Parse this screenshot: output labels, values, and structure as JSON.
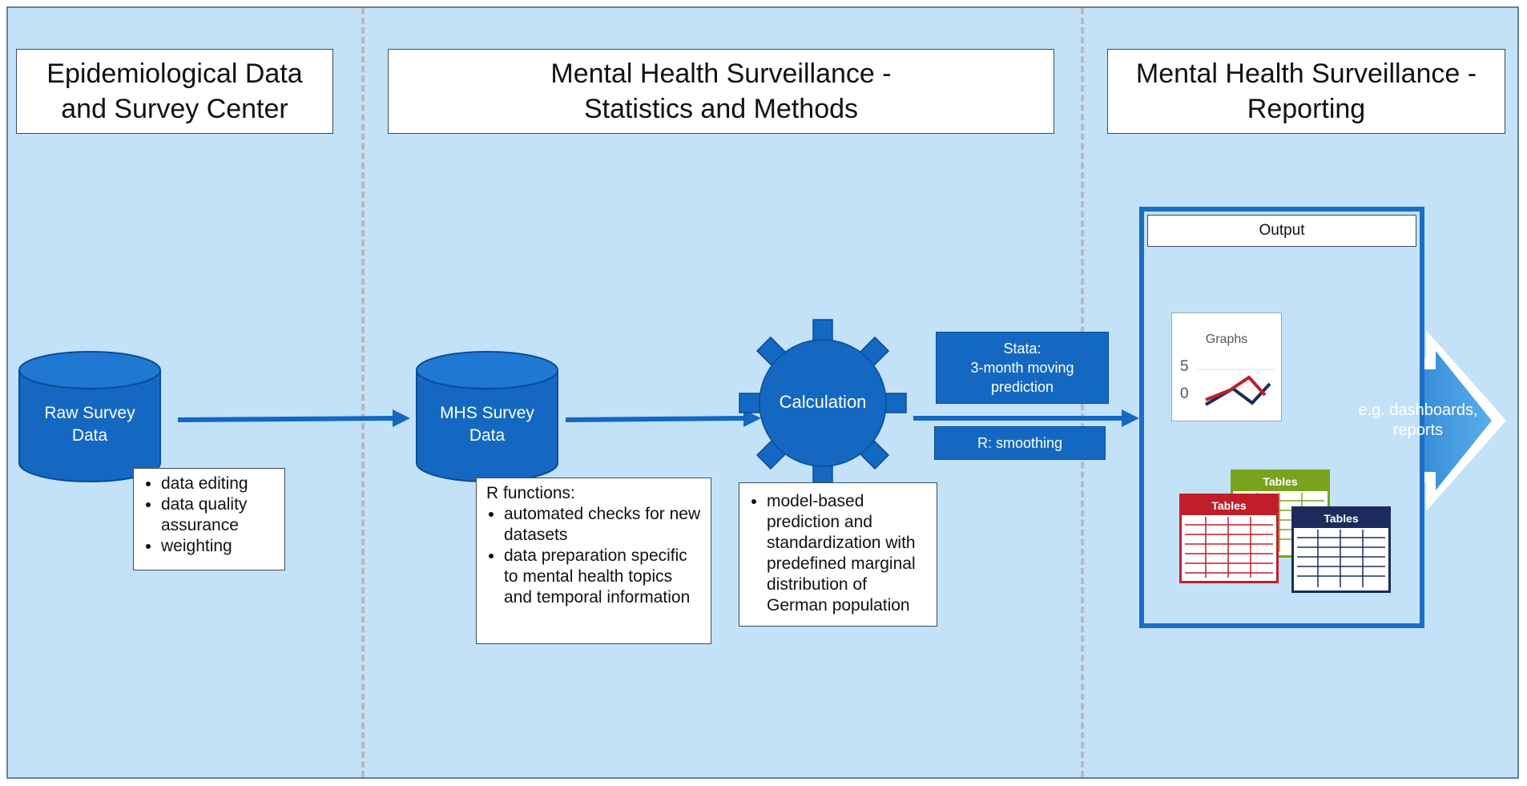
{
  "columns": {
    "left": {
      "title": "Epidemiological Data\nand Survey Center"
    },
    "middle": {
      "title": "Mental Health Surveillance -\nStatistics and Methods"
    },
    "right": {
      "title": "Mental Health Surveillance -\nReporting"
    }
  },
  "raw_db": {
    "label": "Raw Survey\nData"
  },
  "raw_notes": {
    "items": [
      "data editing",
      "data quality assurance",
      "weighting"
    ]
  },
  "mhs_db": {
    "label": "MHS Survey\nData"
  },
  "r_functions": {
    "heading": "R functions:",
    "items": [
      "automated checks for new datasets",
      "data preparation specific to mental health topics and temporal information"
    ]
  },
  "calculation": {
    "label": "Calculation",
    "notes": [
      "model-based prediction and standardization with predefined marginal distribution of German population"
    ]
  },
  "stata_label": "Stata:\n3-month moving\nprediction",
  "r_smoothing_label": "R: smoothing",
  "output": {
    "title": "Output",
    "graph": {
      "title": "Graphs",
      "tick_high": "5",
      "tick_low": "0"
    },
    "tables": [
      {
        "label": "Tables",
        "color": "#7aa21d"
      },
      {
        "label": "Tables",
        "color": "#c01f2a"
      },
      {
        "label": "Tables",
        "color": "#1c2b5c"
      }
    ]
  },
  "destination": {
    "label": "e.g. dashboards,\nreports"
  },
  "colors": {
    "background": "#c3e2f8",
    "accent_blue": "#1468c2",
    "green": "#7aa21d",
    "red": "#c01f2a",
    "navy": "#1c2b5c"
  }
}
